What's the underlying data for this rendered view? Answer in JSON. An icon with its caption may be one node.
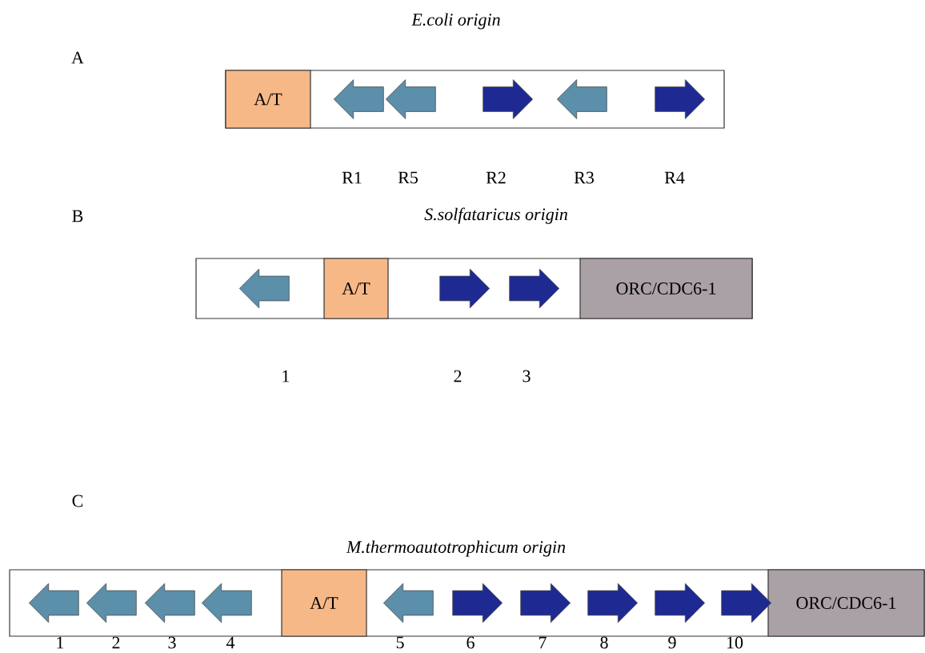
{
  "diagram": {
    "nodes": [
      {
        "text": [
          "E.coli origin"
        ]
      },
      {
        "text": [
          "A/T"
        ],
        "in": 0
      },
      {
        "text": [],
        "shape": "left-arrow",
        "in": 0,
        "beside": [
          "R1"
        ]
      },
      {
        "text": [],
        "shape": "left-arrow",
        "in": 0,
        "beside": [
          "R5"
        ]
      },
      {
        "text": [],
        "shape": "right-arrow",
        "in": 0,
        "beside": [
          "R2"
        ]
      },
      {
        "text": [],
        "shape": "left-arrow",
        "in": 0,
        "beside": [
          "R3"
        ]
      },
      {
        "text": [],
        "shape": "right-arrow",
        "in": 0,
        "beside": [
          "R4"
        ]
      },
      {
        "text": [
          "S.solfataricus origin"
        ]
      },
      {
        "text": [],
        "shape": "left-arrow",
        "in": 7,
        "beside": [
          "1"
        ]
      },
      {
        "text": [
          "A/T"
        ],
        "in": 7
      },
      {
        "text": [],
        "shape": "right-arrow",
        "in": 7,
        "beside": [
          "2"
        ]
      },
      {
        "text": [],
        "shape": "right-arrow",
        "in": 7,
        "beside": [
          "3"
        ]
      },
      {
        "text": [
          "ORC/CDC6-1"
        ],
        "in": 7
      },
      {
        "text": [
          "M.thermoautotrophicum origin"
        ]
      },
      {
        "text": [],
        "shape": "left-arrow",
        "in": 13,
        "beside": [
          "1"
        ]
      },
      {
        "text": [],
        "shape": "left-arrow",
        "in": 13,
        "beside": [
          "2"
        ]
      },
      {
        "text": [],
        "shape": "left-arrow",
        "in": 13,
        "beside": [
          "3"
        ]
      },
      {
        "text": [],
        "shape": "left-arrow",
        "in": 13,
        "beside": [
          "4"
        ]
      },
      {
        "text": [
          "A/T"
        ],
        "in": 13
      },
      {
        "text": [],
        "shape": "left-arrow",
        "in": 13,
        "beside": [
          "5"
        ]
      },
      {
        "text": [],
        "shape": "right-arrow",
        "in": 13,
        "beside": [
          "6"
        ]
      },
      {
        "text": [],
        "shape": "right-arrow",
        "in": 13,
        "beside": [
          "7"
        ]
      },
      {
        "text": [],
        "shape": "right-arrow",
        "in": 13,
        "beside": [
          "8"
        ]
      },
      {
        "text": [],
        "shape": "right-arrow",
        "in": 13,
        "beside": [
          "9"
        ]
      },
      {
        "text": [],
        "shape": "right-arrow",
        "in": 13,
        "beside": [
          "10"
        ]
      },
      {
        "text": [
          "ORC/CDC6-1"
        ],
        "in": 13
      }
    ],
    "labels": [
      "A",
      "B",
      "C"
    ]
  }
}
